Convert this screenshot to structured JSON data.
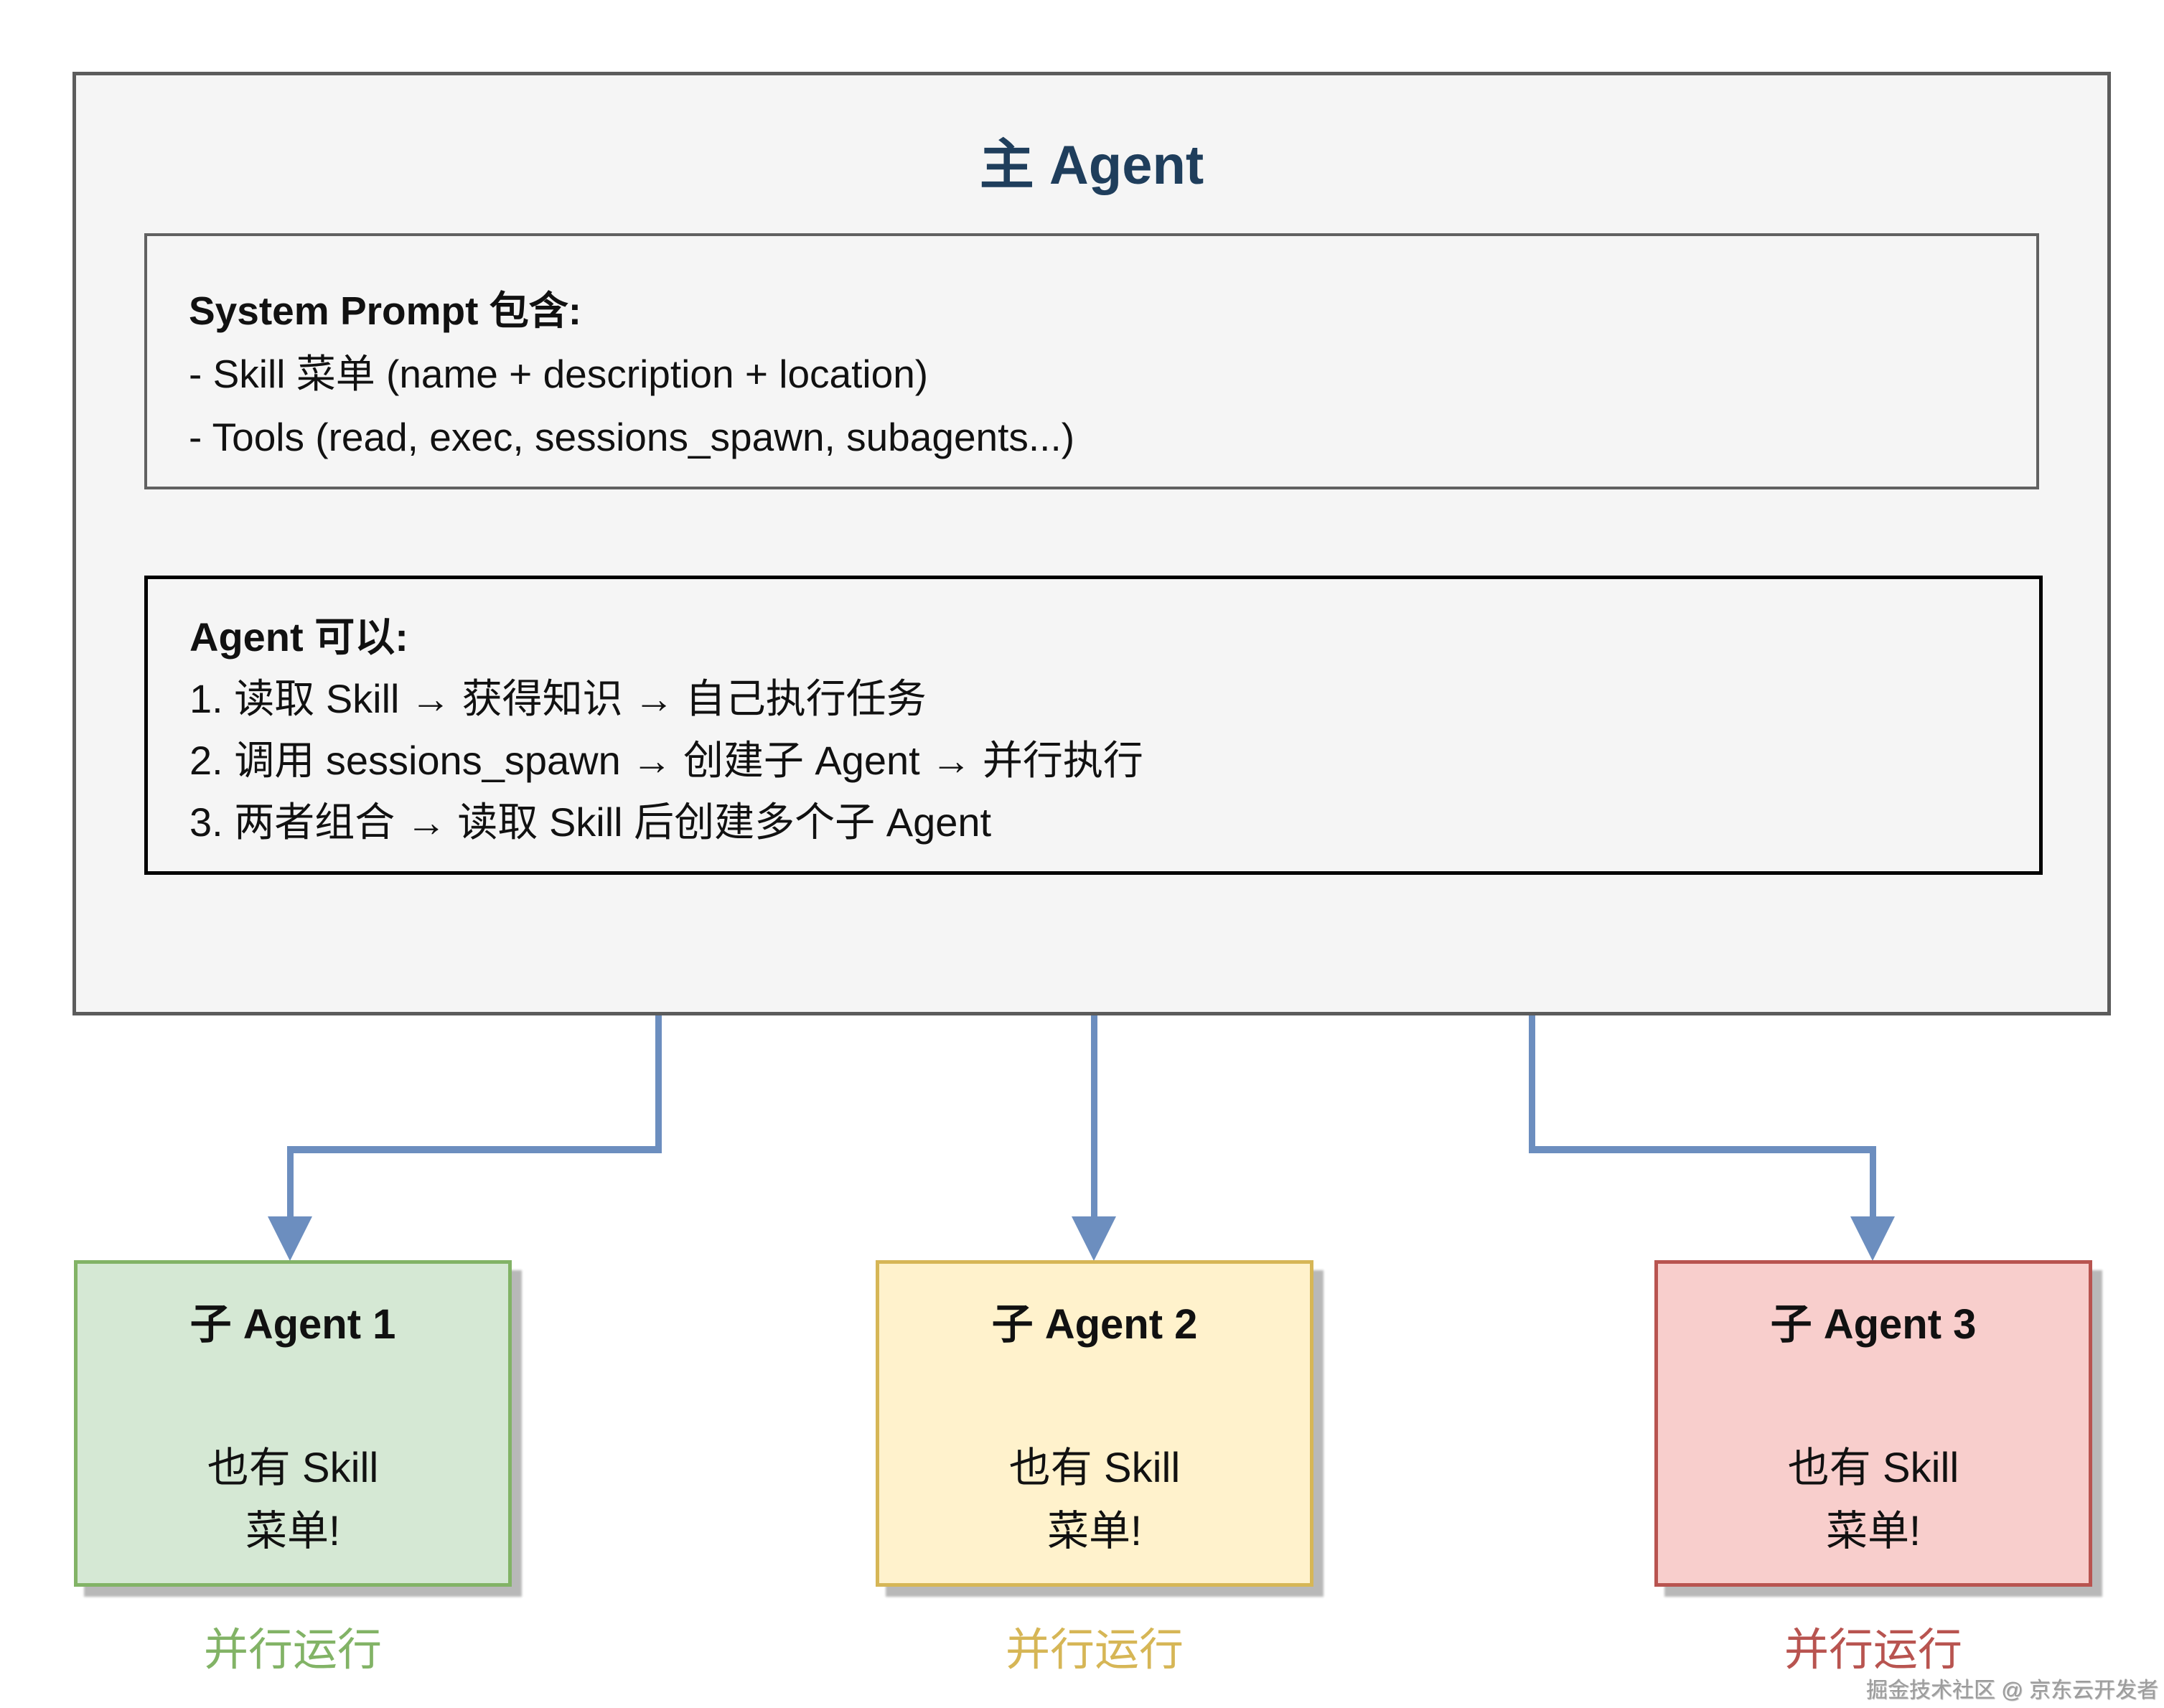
{
  "diagram": {
    "main_agent": {
      "title": "主 Agent",
      "system_prompt_box": {
        "heading": "System Prompt 包含:",
        "items": [
          "- Skill 菜单 (name + description + location)",
          "- Tools (read, exec, sessions_spawn, subagents...)"
        ]
      },
      "capabilities_box": {
        "heading": "Agent 可以:",
        "items": [
          "1. 读取 Skill → 获得知识 → 自己执行任务",
          "2. 调用 sessions_spawn → 创建子 Agent → 并行执行",
          "3. 两者组合 → 读取 Skill 后创建多个子 Agent"
        ]
      }
    },
    "sub_agents": [
      {
        "title": "子 Agent 1",
        "body_line1": "也有 Skill",
        "body_line2": "菜单!",
        "label": "并行运行",
        "fill": "#d5e8d4",
        "border": "#82b366",
        "label_color": "#82b366"
      },
      {
        "title": "子 Agent 2",
        "body_line1": "也有 Skill",
        "body_line2": "菜单!",
        "label": "并行运行",
        "fill": "#fff2cc",
        "border": "#d6b656",
        "label_color": "#d6b656"
      },
      {
        "title": "子 Agent 3",
        "body_line1": "也有 Skill",
        "body_line2": "菜单!",
        "label": "并行运行",
        "fill": "#f8cecc",
        "border": "#b85450",
        "label_color": "#b85450"
      }
    ],
    "colors": {
      "arrow": "#6c8ebf",
      "main_title": "#1f3e5c",
      "main_fill": "#f5f5f5",
      "main_border": "#5c5c5c",
      "inner_box1_border": "#616161",
      "inner_box2_border": "#000000"
    },
    "watermark": "掘金技术社区 @ 京东云开发者"
  }
}
